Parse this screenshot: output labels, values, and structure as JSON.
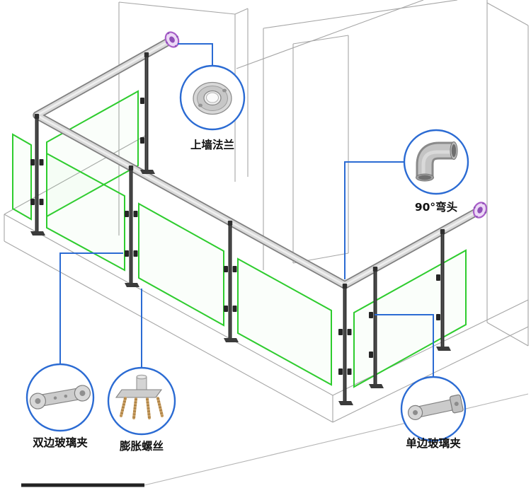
{
  "diagram": {
    "subject": "glass-balustrade-installation-diagram",
    "colors": {
      "accent_blue": "#2b6bd3",
      "glass_green": "#2ecc2e",
      "flange_purple": "#a85fc8",
      "structure_gray": "#a6a6a6",
      "post_dark": "#2f2f2f",
      "bolt_tan": "#c99e62"
    }
  },
  "callouts": [
    {
      "id": "wall-flange",
      "label": "上墙法兰",
      "icon": "flange-icon"
    },
    {
      "id": "elbow-90",
      "label": "90°弯头",
      "icon": "elbow-icon"
    },
    {
      "id": "double-glass-clamp",
      "label": "双边玻璃夹",
      "icon": "double-clamp-icon"
    },
    {
      "id": "expansion-bolt",
      "label": "膨胀螺丝",
      "icon": "expansion-bolt-icon"
    },
    {
      "id": "single-glass-clamp",
      "label": "单边玻璃夹",
      "icon": "single-clamp-icon"
    }
  ]
}
